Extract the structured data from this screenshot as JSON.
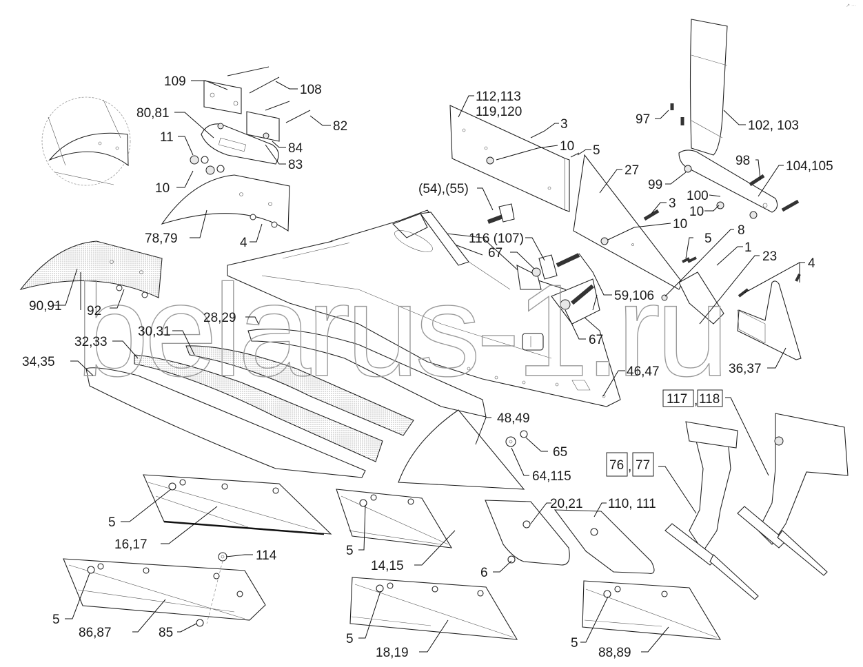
{
  "diagram": {
    "type": "exploded-parts-diagram",
    "watermark": "belarus-1.ru",
    "corner_mark": "↗ ···",
    "callouts": [
      {
        "id": "c109",
        "text": "109"
      },
      {
        "id": "c108",
        "text": "108"
      },
      {
        "id": "c82",
        "text": "82"
      },
      {
        "id": "c80_81",
        "text": "80,81"
      },
      {
        "id": "c84",
        "text": "84"
      },
      {
        "id": "c11",
        "text": "11"
      },
      {
        "id": "c83",
        "text": "83"
      },
      {
        "id": "c10a",
        "text": "10"
      },
      {
        "id": "c78_79",
        "text": "78,79"
      },
      {
        "id": "c4a",
        "text": "4"
      },
      {
        "id": "c90_91",
        "text": "90,91"
      },
      {
        "id": "c92",
        "text": "92"
      },
      {
        "id": "c28_29",
        "text": "28,29"
      },
      {
        "id": "c30_31",
        "text": "30,31"
      },
      {
        "id": "c32_33",
        "text": "32,33"
      },
      {
        "id": "c34_35",
        "text": "34,35"
      },
      {
        "id": "c112_113",
        "text": "112,113"
      },
      {
        "id": "c119_120",
        "text": "119,120"
      },
      {
        "id": "c3a",
        "text": "3"
      },
      {
        "id": "c10b",
        "text": "10"
      },
      {
        "id": "c5a",
        "text": "5"
      },
      {
        "id": "c54_55",
        "text": "(54),(55)"
      },
      {
        "id": "c116_107",
        "text": "116 (107)"
      },
      {
        "id": "c67a",
        "text": "67"
      },
      {
        "id": "c59_106",
        "text": "59,106"
      },
      {
        "id": "c67b",
        "text": "67"
      },
      {
        "id": "c46_47",
        "text": "46,47"
      },
      {
        "id": "c27",
        "text": "27"
      },
      {
        "id": "c3b",
        "text": "3"
      },
      {
        "id": "c10c",
        "text": "10"
      },
      {
        "id": "c97",
        "text": "97"
      },
      {
        "id": "c102_103",
        "text": "102, 103"
      },
      {
        "id": "c98",
        "text": "98"
      },
      {
        "id": "c104_105",
        "text": "104,105"
      },
      {
        "id": "c99",
        "text": "99"
      },
      {
        "id": "c100",
        "text": "100"
      },
      {
        "id": "c10d",
        "text": "10"
      },
      {
        "id": "c5b",
        "text": "5"
      },
      {
        "id": "c8",
        "text": "8"
      },
      {
        "id": "c1",
        "text": "1"
      },
      {
        "id": "c23",
        "text": "23"
      },
      {
        "id": "c4b",
        "text": "4"
      },
      {
        "id": "c36_37",
        "text": "36,37"
      },
      {
        "id": "c48_49",
        "text": "48,49"
      },
      {
        "id": "c65",
        "text": "65"
      },
      {
        "id": "c64_115",
        "text": "64,115"
      },
      {
        "id": "c5c",
        "text": "5"
      },
      {
        "id": "c16_17",
        "text": "16,17"
      },
      {
        "id": "c114",
        "text": "114"
      },
      {
        "id": "c5d",
        "text": "5"
      },
      {
        "id": "c86_87",
        "text": "86,87"
      },
      {
        "id": "c85",
        "text": "85"
      },
      {
        "id": "c5e",
        "text": "5"
      },
      {
        "id": "c14_15",
        "text": "14,15"
      },
      {
        "id": "c20_21",
        "text": "20,21"
      },
      {
        "id": "c110_111",
        "text": "110, 111"
      },
      {
        "id": "c6",
        "text": "6"
      },
      {
        "id": "c5f",
        "text": "5"
      },
      {
        "id": "c18_19",
        "text": "18,19"
      },
      {
        "id": "c5g",
        "text": "5"
      },
      {
        "id": "c88_89",
        "text": "88,89"
      }
    ],
    "boxed_callouts": [
      {
        "id": "b117",
        "text": "117"
      },
      {
        "id": "b118",
        "text": "118"
      },
      {
        "id": "b76",
        "text": "76"
      },
      {
        "id": "b77",
        "text": "77"
      }
    ],
    "separator": ","
  }
}
